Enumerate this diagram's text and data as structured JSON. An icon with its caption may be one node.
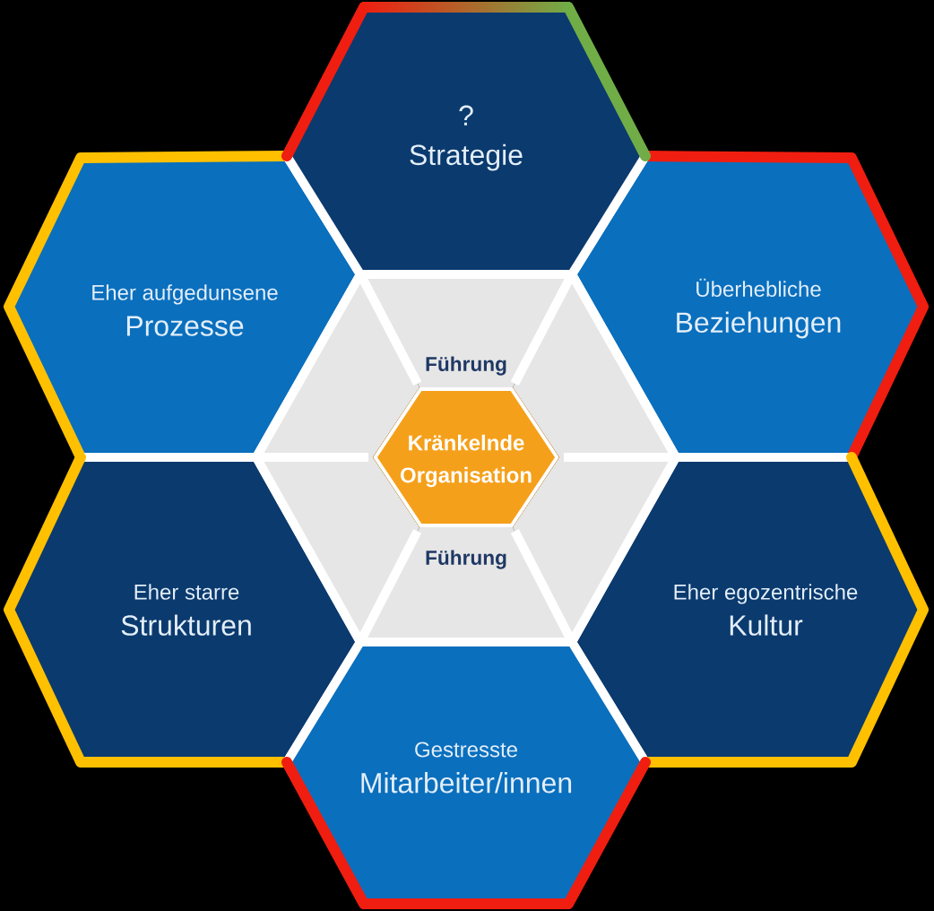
{
  "diagram": {
    "nodes": [
      {
        "text": [
          "?",
          "Strategie"
        ]
      },
      {
        "text": [
          "Eher aufgedunsene",
          "Prozesse"
        ]
      },
      {
        "text": [
          "Überhebliche",
          "Beziehungen"
        ]
      },
      {
        "text": [
          "Führung"
        ]
      },
      {
        "text": [],
        "shape": "trapezoid"
      },
      {
        "text": [],
        "shape": "trapezoid"
      },
      {
        "text": [
          "Kränkelnde Organisation"
        ]
      },
      {
        "text": [],
        "shape": "trapezoid"
      },
      {
        "text": [],
        "shape": "trapezoid"
      },
      {
        "text": [
          "Führung"
        ]
      },
      {
        "text": [
          "Eher starre",
          "Strukturen"
        ]
      },
      {
        "text": [
          "Eher egozentrische",
          "Kultur"
        ]
      },
      {
        "text": [
          "Gestresste",
          "Mitarbeiter/innen"
        ]
      }
    ]
  }
}
